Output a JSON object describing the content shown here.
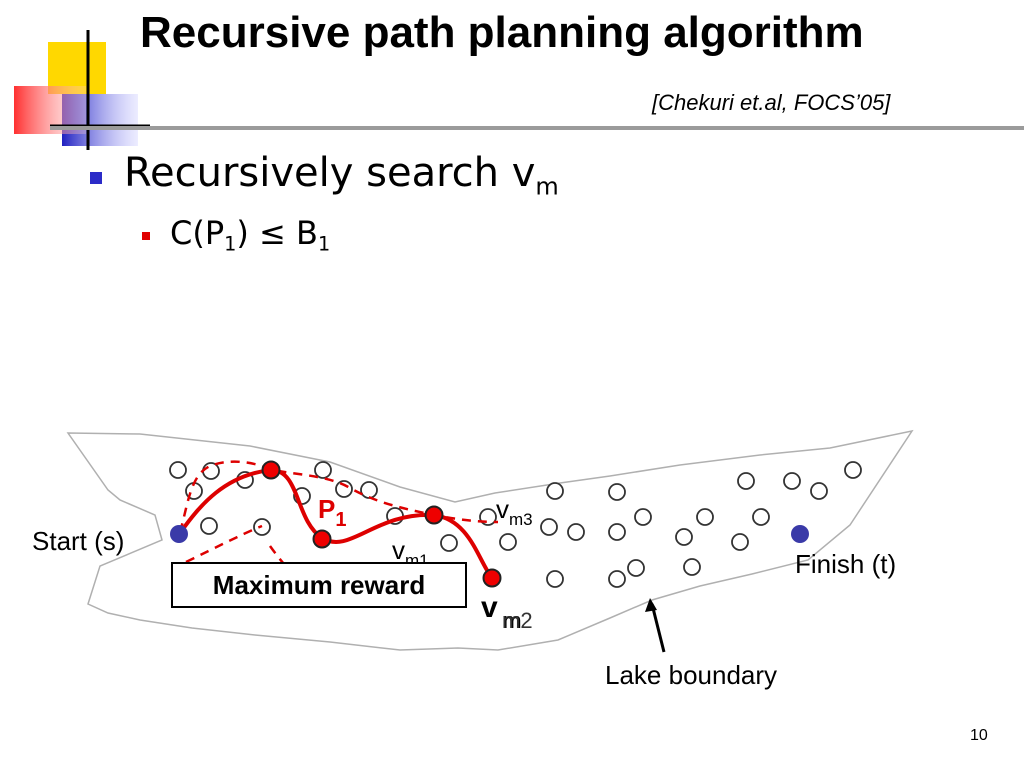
{
  "slide": {
    "title": "Recursive path planning algorithm",
    "citation": "[Chekuri et.al, FOCS’05]",
    "bullet_1": {
      "text": "Recursively search v",
      "sub": "m"
    },
    "bullet_2": {
      "pre": "C(P",
      "sub1": "1",
      "mid": ") ≤ B",
      "sub2": "1"
    },
    "page_number": "10"
  },
  "diagram": {
    "start_label": "Start (s)",
    "finish_label": "Finish (t)",
    "lake_label": "Lake boundary",
    "path_label": "P",
    "path_label_sub": "1",
    "vm3_base": "v",
    "vm3_sub": "m3",
    "vm1_base": "v",
    "vm1_sub": "m1",
    "vm_base": "v",
    "vm_sub_overlap_a": "m",
    "vm_sub_overlap_b": "m2",
    "max_reward_label": "Maximum reward",
    "colors": {
      "path_red": "#dd0000",
      "node_blue": "#3a3aa8",
      "lake_stroke": "#b0b0b0",
      "node_stroke": "#333333"
    }
  }
}
